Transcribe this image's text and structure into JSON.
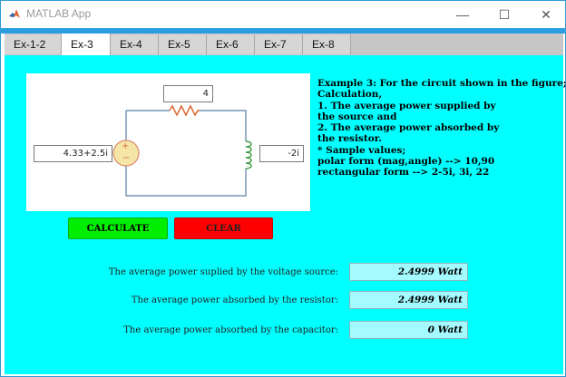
{
  "window": {
    "title": "MATLAB App",
    "controls": {
      "minimize": "—",
      "maximize": "☐",
      "close": "✕"
    }
  },
  "tabs": [
    {
      "label": "Ex-1-2",
      "active": false
    },
    {
      "label": "Ex-3",
      "active": true
    },
    {
      "label": "Ex-4",
      "active": false
    },
    {
      "label": "Ex-5",
      "active": false
    },
    {
      "label": "Ex-6",
      "active": false
    },
    {
      "label": "Ex-7",
      "active": false
    },
    {
      "label": "Ex-8",
      "active": false
    }
  ],
  "circuit": {
    "resistor_value": "4",
    "source_value": "4.33+2.5i",
    "inductor_value": "-2i",
    "source_plus": "+",
    "source_minus": "−"
  },
  "description": {
    "lines": [
      "Example 3: For the circuit shown in the figure;",
      "Calculation,",
      "1. The average power supplied by",
      "the source and",
      "2. The average power absorbed by",
      "the resistor.",
      "* Sample values;",
      "polar form (mag,angle) --> 10,90",
      "rectangular form --> 2-5i, 3i, 22"
    ]
  },
  "buttons": {
    "calculate": "CALCULATE",
    "clear": "CLEAR"
  },
  "results": [
    {
      "label": "The average power suplied by the voltage source:",
      "value": "2.4999 Watt"
    },
    {
      "label": "The average power absorbed by the resistor:",
      "value": "2.4999 Watt"
    },
    {
      "label": "The average power absorbed by the capacitor:",
      "value": "0 Watt"
    }
  ],
  "colors": {
    "panel_bg": "#00ffff",
    "calculate_bg": "#00ee00",
    "clear_bg": "#ff0000",
    "result_field_bg": "#a3fbff",
    "source_fill": "#f5e6a8",
    "wire": "#5a7fa0"
  }
}
